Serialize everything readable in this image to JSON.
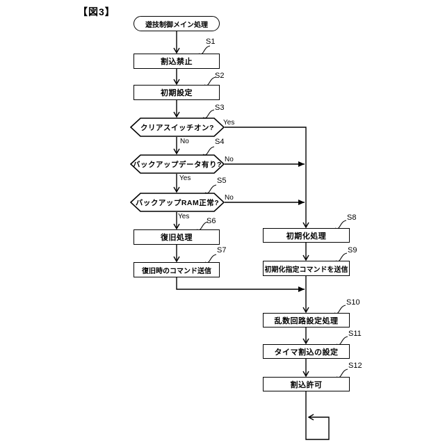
{
  "figure_label": "【図3】",
  "nodes": {
    "start": {
      "text": "遊技制御メイン処理"
    },
    "s1": {
      "step": "S1",
      "text": "割込禁止"
    },
    "s2": {
      "step": "S2",
      "text": "初期設定"
    },
    "s3": {
      "step": "S3",
      "text": "クリアスイッチオン?"
    },
    "s4": {
      "step": "S4",
      "text": "バックアップデータ有り?"
    },
    "s5": {
      "step": "S5",
      "text": "バックアップRAM正常?"
    },
    "s6": {
      "step": "S6",
      "text": "復旧処理"
    },
    "s7": {
      "step": "S7",
      "text": "復旧時のコマンド送信"
    },
    "s8": {
      "step": "S8",
      "text": "初期化処理"
    },
    "s9": {
      "step": "S9",
      "text": "初期化指定コマンドを送信"
    },
    "s10": {
      "step": "S10",
      "text": "乱数回路設定処理"
    },
    "s11": {
      "step": "S11",
      "text": "タイマ割込の設定"
    },
    "s12": {
      "step": "S12",
      "text": "割込許可"
    }
  },
  "branches": {
    "s3_yes": "Yes",
    "s3_no": "No",
    "s4_no": "No",
    "s4_yes": "Yes",
    "s5_no": "No",
    "s5_yes": "Yes"
  },
  "colors": {
    "line": "#000000",
    "background": "#ffffff"
  }
}
